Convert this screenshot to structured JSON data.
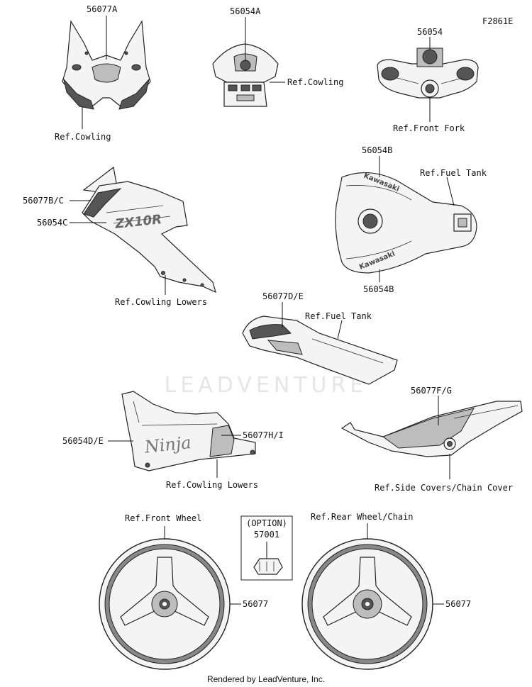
{
  "diagram_id": "F2861E",
  "watermark": "LEADVENTURE",
  "footer": "Rendered by LeadVenture, Inc.",
  "labels": {
    "p56077A": "56077A",
    "ref_cowling_1": "Ref.Cowling",
    "p56054A": "56054A",
    "ref_cowling_2": "Ref.Cowling",
    "p56054": "56054",
    "ref_front_fork": "Ref.Front Fork",
    "p56077BC": "56077B/C",
    "p56054C": "56054C",
    "ref_cowling_lowers_1": "Ref.Cowling Lowers",
    "p56054B_top": "56054B",
    "ref_fuel_tank_1": "Ref.Fuel Tank",
    "p56054B_bottom": "56054B",
    "p56077DE": "56077D/E",
    "ref_fuel_tank_2": "Ref.Fuel Tank",
    "p56054DE": "56054D/E",
    "p56077HI": "56077H/I",
    "ref_cowling_lowers_2": "Ref.Cowling Lowers",
    "p56077FG": "56077F/G",
    "ref_side_covers": "Ref.Side Covers/Chain Cover",
    "ref_front_wheel": "Ref.Front Wheel",
    "option": "(OPTION)",
    "p57001": "57001",
    "ref_rear_wheel": "Ref.Rear Wheel/Chain",
    "p56077_front": "56077",
    "p56077_rear": "56077"
  },
  "decals": {
    "zx10r": "ZX10R",
    "ninja": "Ninja",
    "kawasaki_1": "Kawasaki",
    "kawasaki_2": "Kawasaki"
  }
}
